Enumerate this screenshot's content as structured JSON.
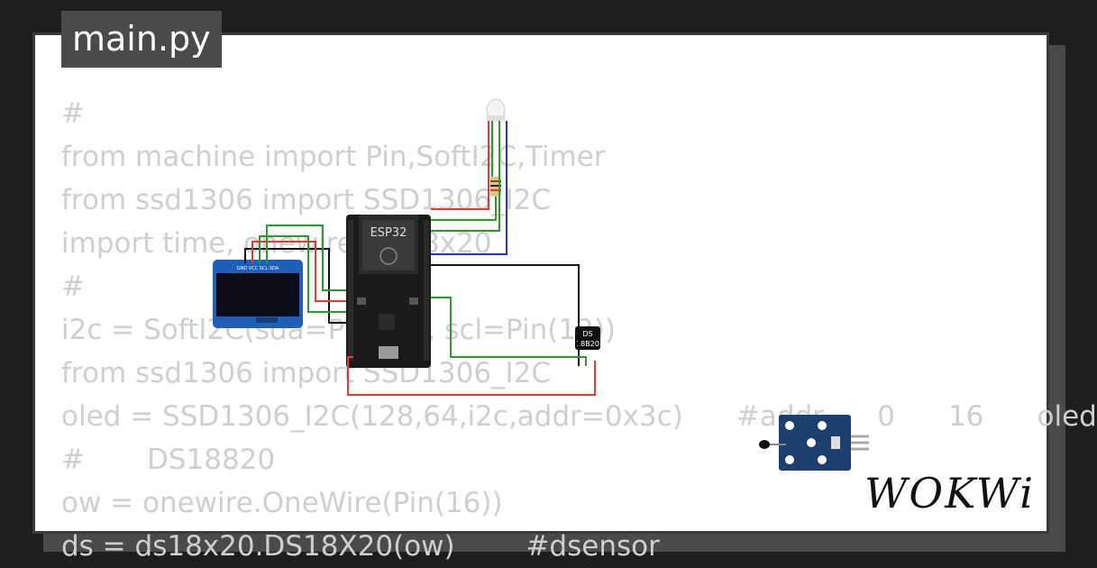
{
  "editor": {
    "tab_label": "main.py",
    "code_lines": [
      "#",
      "from machine import Pin,SoftI2C,Timer",
      "from ssd1306 import SSD1306_I2C",
      "import time, onewire, ds18x20",
      "#",
      "i2c = SoftI2C(sda=Pin(13), scl=Pin(12))",
      "from ssd1306 import SSD1306_I2C",
      "oled = SSD1306_I2C(128,64,i2c,addr=0x3c)      #addr      0      16      oled",
      "#       DS18820",
      "ow = onewire.OneWire(Pin(16))",
      "ds = ds18x20.DS18X20(ow)        #dsensor"
    ]
  },
  "components": {
    "esp32_label": "ESP32",
    "oled_pins": "GND VCC SCL SDA",
    "ds18b20_label_1": "DS",
    "ds18b20_label_2": "18B20"
  },
  "brand": {
    "logo_text": "WOKWi"
  },
  "colors": {
    "background": "#1e1e1e",
    "card": "#ffffff",
    "code_text": "#cfcfcf",
    "tab_bg": "#4a4a4a",
    "wire_red": "#e53935",
    "wire_green": "#2e9a2e",
    "wire_blue": "#2233cc",
    "wire_black": "#111111"
  }
}
